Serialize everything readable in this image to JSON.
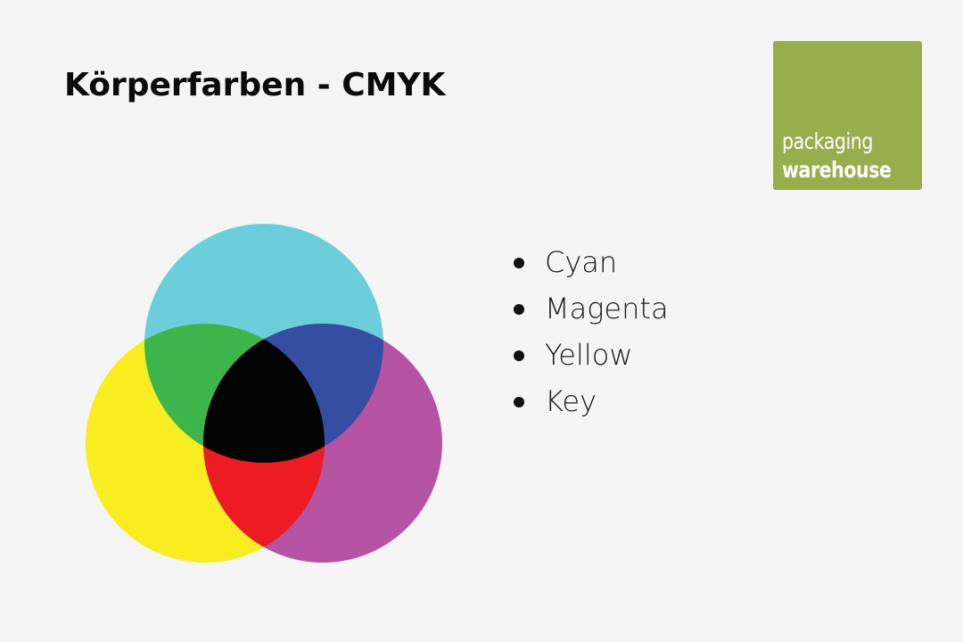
{
  "title": "Körperfarben - CMYK",
  "logo": {
    "line1": "packaging",
    "line2": "warehouse",
    "background": "#9aad4c",
    "text_color": "#ffffff"
  },
  "diagram": {
    "kind": "venn-3-circle",
    "circles": [
      {
        "label": "Cyan",
        "color": "#6ccddb"
      },
      {
        "label": "Yellow",
        "color": "#f7ed20"
      },
      {
        "label": "Magenta",
        "color": "#b554a2"
      }
    ],
    "overlaps": {
      "cyan_yellow": "#3db54a",
      "cyan_magenta": "#354ea1",
      "yellow_magenta": "#ed1c24",
      "all": "#030303"
    }
  },
  "legend": {
    "items": [
      {
        "label": "Cyan"
      },
      {
        "label": "Magenta"
      },
      {
        "label": "Yellow"
      },
      {
        "label": "Key"
      }
    ]
  }
}
